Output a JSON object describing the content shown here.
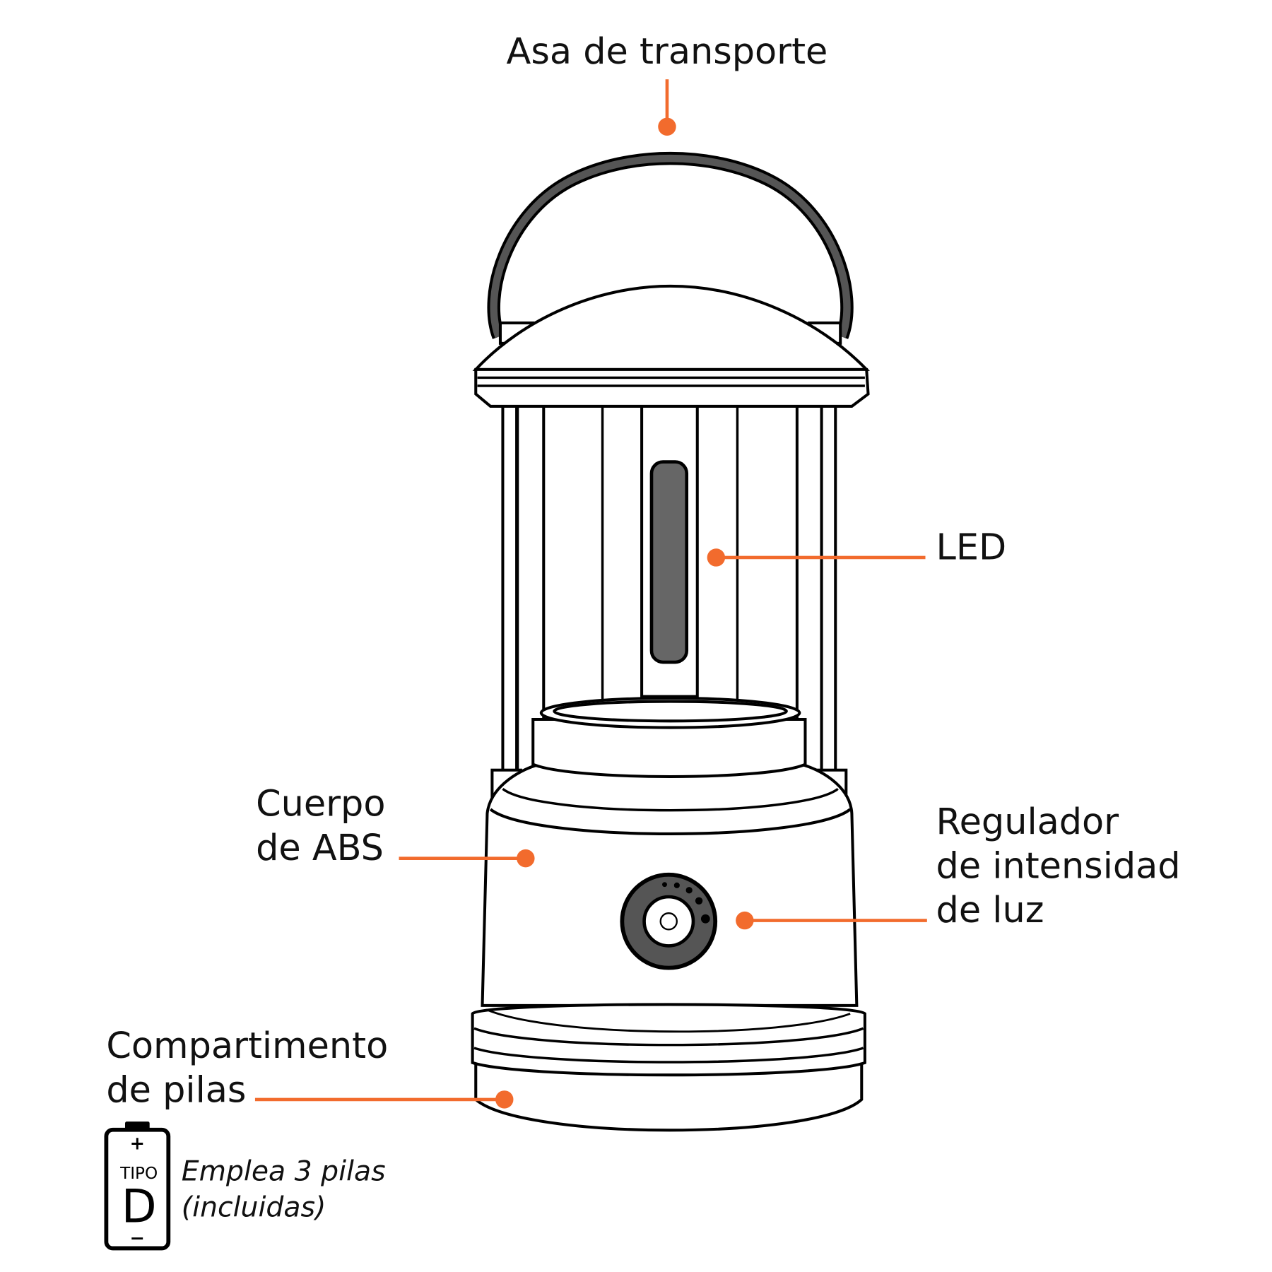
{
  "labels": {
    "handle": "Asa de transporte",
    "led": "LED",
    "body_line1": "Cuerpo",
    "body_line2": "de ABS",
    "dimmer_line1": "Regulador",
    "dimmer_line2": "de intensidad",
    "dimmer_line3": "de luz",
    "battery_line1": "Compartimento",
    "battery_line2": "de pilas"
  },
  "battery": {
    "type_label": "TIPO",
    "type": "D",
    "plus": "+",
    "minus": "−",
    "note_line1": "Emplea 3 pilas",
    "note_line2": "(incluidas)"
  },
  "colors": {
    "accent": "#f26b2d",
    "led": "#666666"
  }
}
